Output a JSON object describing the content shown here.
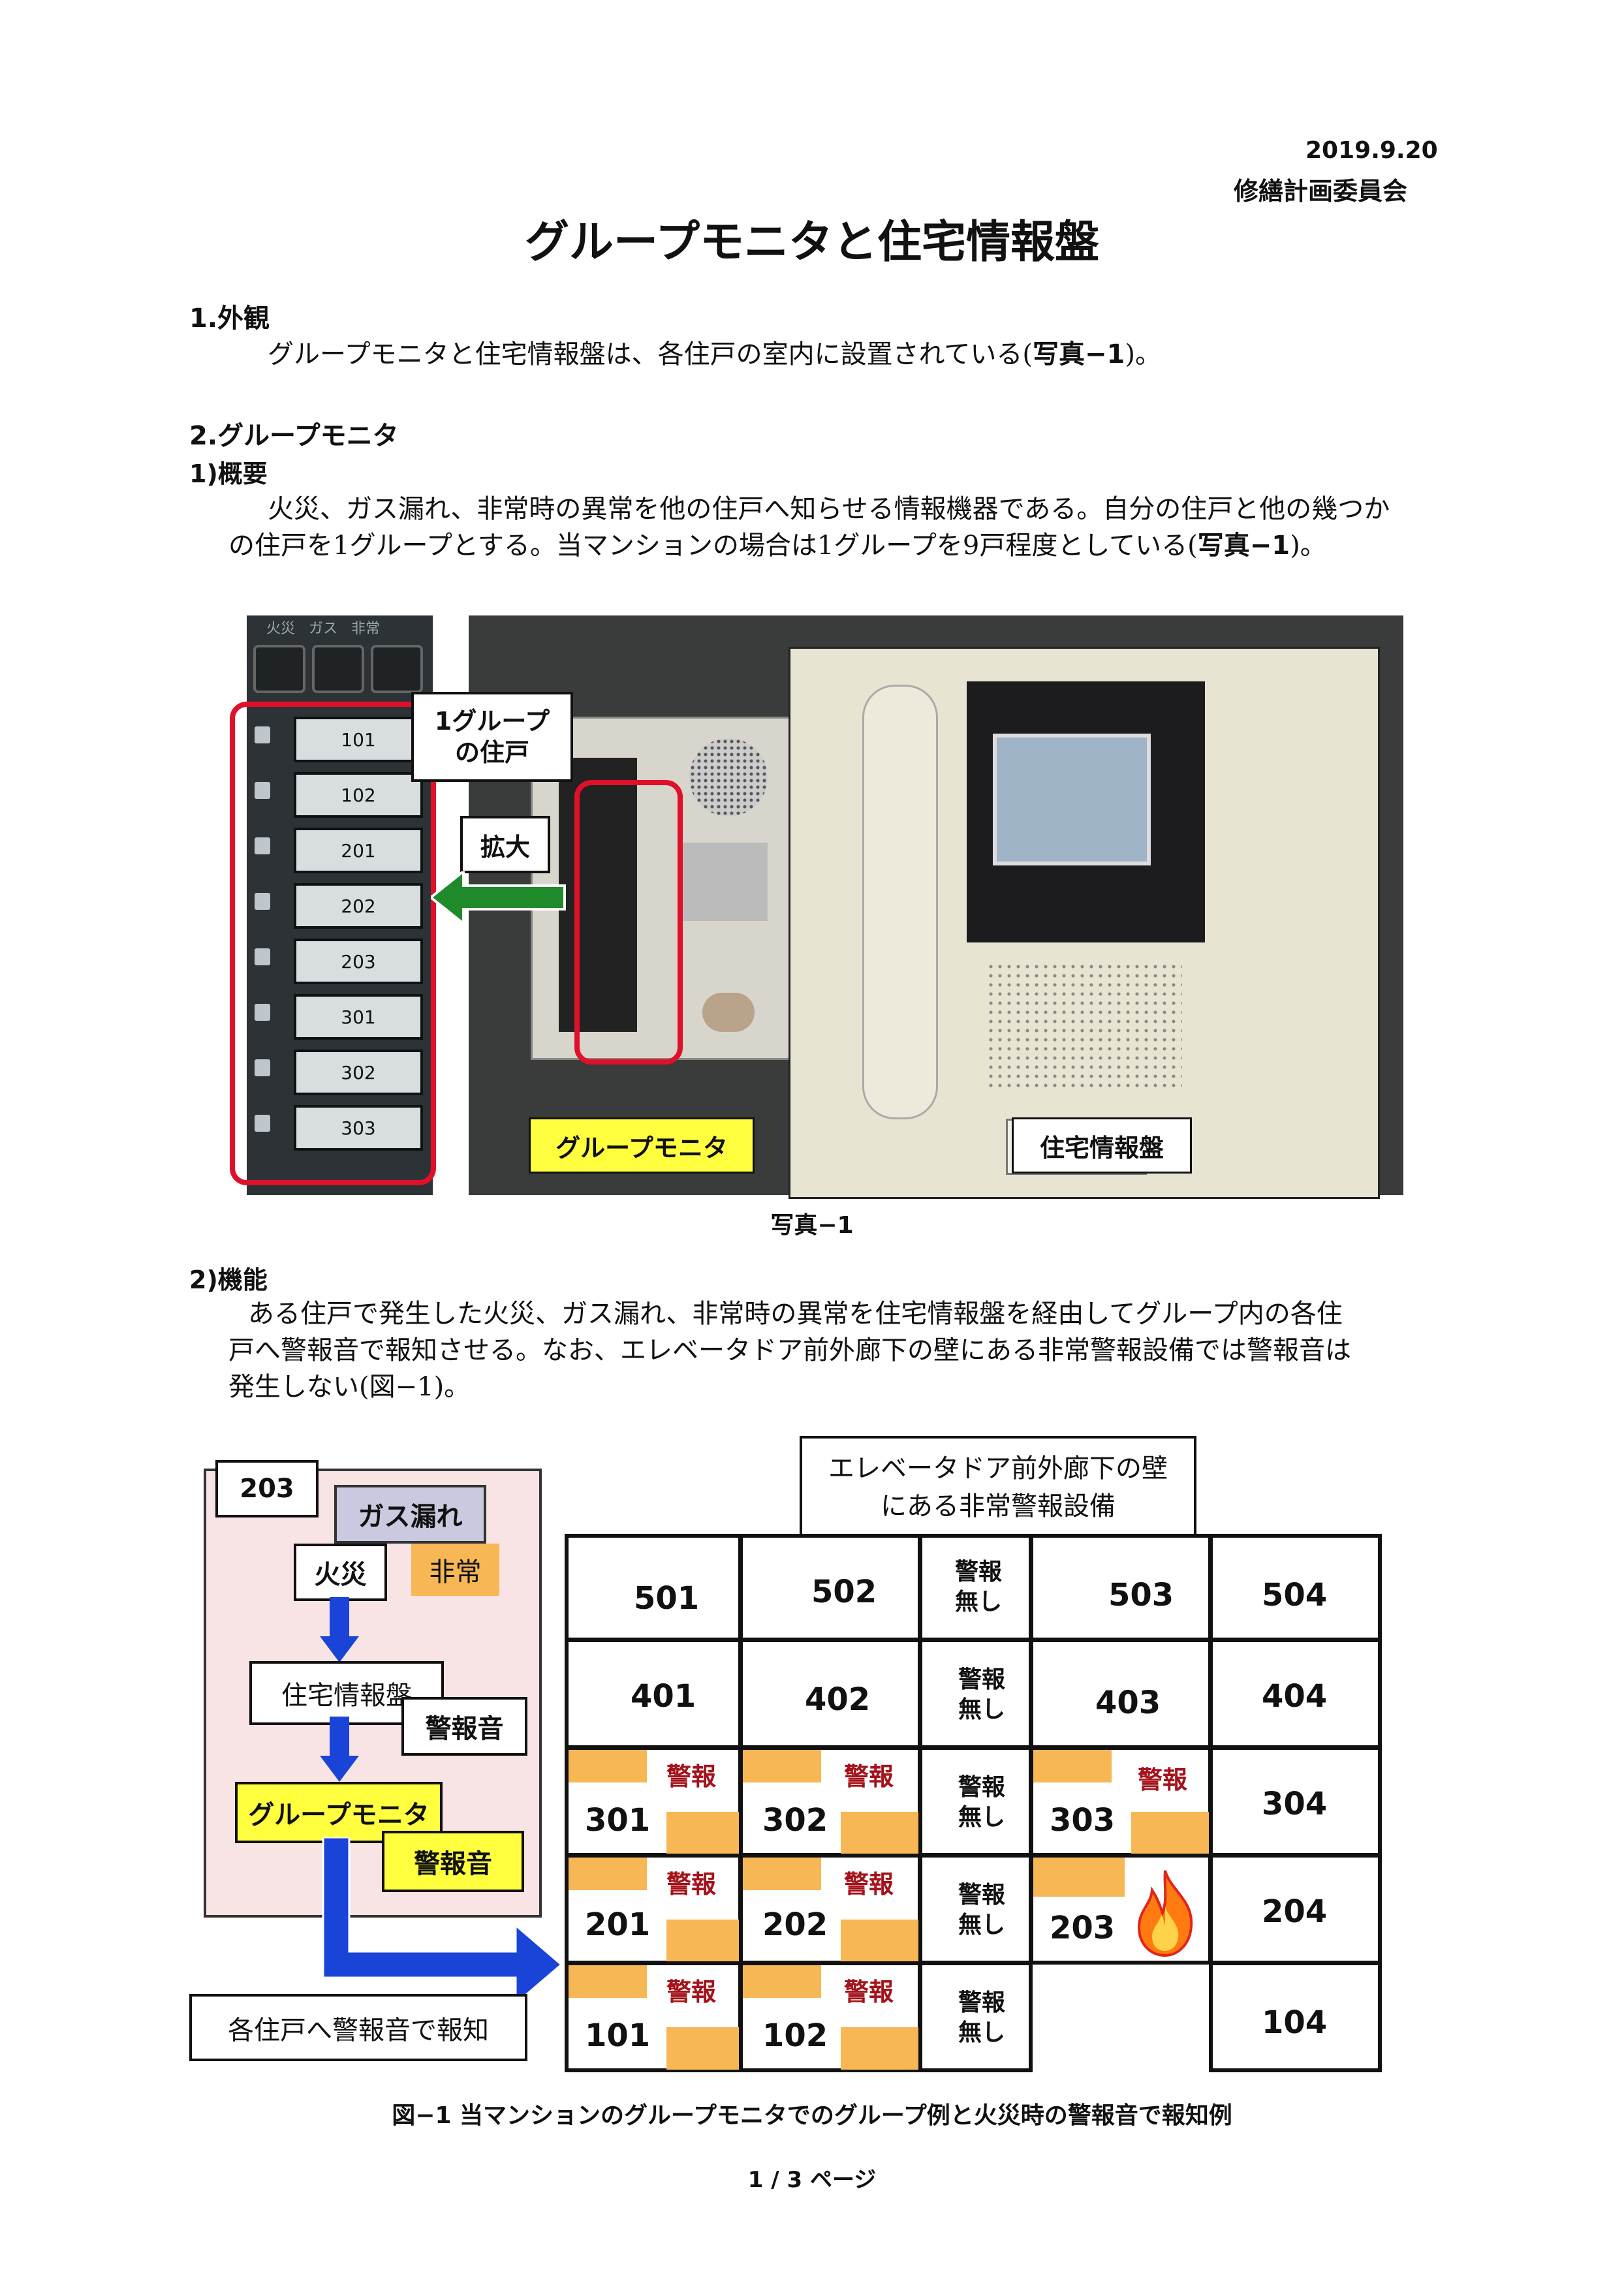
{
  "header": {
    "date": "2019.9.20",
    "committee": "修繕計画委員会",
    "title": "グループモニタと住宅情報盤"
  },
  "section1": {
    "heading": "1.外観",
    "text": "グループモニタと住宅情報盤は、各住戸の室内に設置されている(",
    "ref": "写真−1",
    "text_end": ")。"
  },
  "section2": {
    "heading": "2.グループモニタ",
    "sub1": "1)概要",
    "p1_line1": "火災、ガス漏れ、非常時の異常を他の住戸へ知らせる情報機器である。自分の住戸と他の幾つか",
    "p1_line2": "の住戸を1グループとする。当マンションの場合は1グループを9戸程度としている(",
    "p1_ref": "写真−1",
    "p1_end": ")。",
    "sub2": "2)機能",
    "p2_line1": "ある住戸で発生した火災、ガス漏れ、非常時の異常を住宅情報盤を経由してグループ内の各住",
    "p2_line2": "戸へ警報音で報知させる。なお、エレベータドア前外廊下の壁にある非常警報設備では警報音は",
    "p2_line3": "発生しない(図−1)。"
  },
  "photo": {
    "top_labels": [
      "火災",
      "ガス",
      "非常"
    ],
    "unit_labels": [
      "101",
      "102",
      "201",
      "202",
      "203",
      "301",
      "302",
      "303"
    ],
    "callout_group_line1": "1グループ",
    "callout_group_line2": "の住戸",
    "callout_zoom": "拡大",
    "label_group_monitor": "グループモニタ",
    "label_info_panel": "住宅情報盤",
    "caption": "写真−1"
  },
  "figure": {
    "unit": "203",
    "gas": "ガス漏れ",
    "fire": "火災",
    "emergency": "非常",
    "info_panel": "住宅情報盤",
    "alarm_sound": "警報音",
    "group_monitor": "グループモニタ",
    "notify": "各住戸へ警報音で報知",
    "elevator_line1": "エレベータドア前外廊下の壁",
    "elevator_line2": "にある非常警報設備",
    "alarm": "警報",
    "no_alarm_line1": "警報",
    "no_alarm_line2": "無し",
    "units": {
      "r5": [
        "501",
        "502",
        "503",
        "504"
      ],
      "r4": [
        "401",
        "402",
        "403",
        "404"
      ],
      "r3": [
        "301",
        "302",
        "303",
        "304"
      ],
      "r2": [
        "201",
        "202",
        "203",
        "204"
      ],
      "r1": [
        "101",
        "102",
        "104"
      ]
    },
    "caption": "図−1 当マンションのグループモニタでのグループ例と火災時の警報音で報知例"
  },
  "footer": {
    "page": "1 / 3 ページ"
  },
  "colors": {
    "red_frame": "#e0102a",
    "yellow": "#ffff40",
    "orange": "#f7b755",
    "pink": "#f8e4e4",
    "gas_box": "#c9c9e0",
    "blue_arrow": "#1a44d8",
    "green_arrow": "#1e8a2a",
    "alarm_text": "#a5121a"
  }
}
